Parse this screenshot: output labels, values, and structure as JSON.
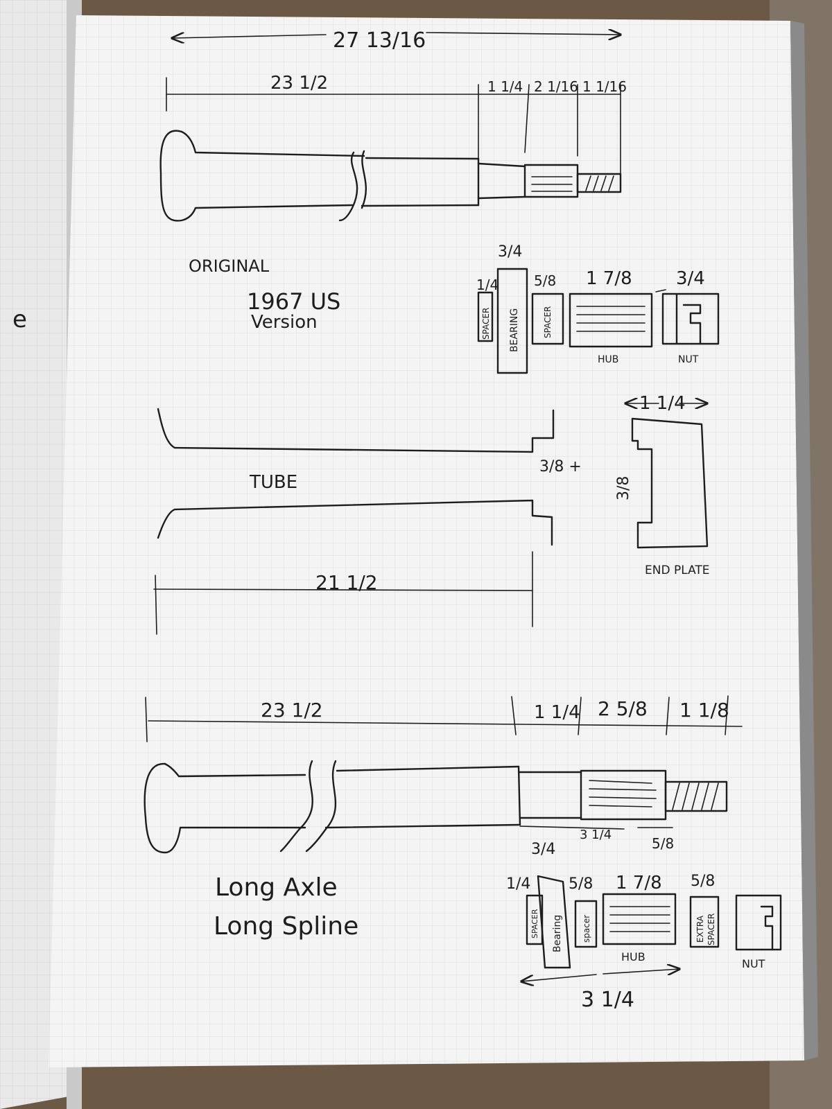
{
  "top_assembly": {
    "overall_length": "27 13/16",
    "dim_shaft": "23 1/2",
    "dim_a": "1 1/4",
    "dim_b": "2 1/16",
    "dim_c": "1 1/16"
  },
  "original_label": {
    "line1": "ORIGINAL",
    "line2": "1967 US",
    "line3": "Version"
  },
  "original_stack": {
    "spacer1_dim": "1/4",
    "spacer1_label": "SPACER",
    "bearing_dim": "3/4",
    "bearing_label": "BEARING",
    "spacer2_dim": "5/8",
    "spacer2_label": "SPACER",
    "hub_dim": "1 7/8",
    "hub_label": "HUB",
    "nut_dim": "3/4",
    "nut_label": "NUT"
  },
  "tube": {
    "label": "TUBE",
    "step_dim": "3/8 +",
    "length": "21 1/2"
  },
  "end_plate": {
    "label": "END PLATE",
    "width": "1 1/4",
    "depth": "3/8"
  },
  "long_assembly": {
    "dim_shaft": "23 1/2",
    "dim_a": "1 1/4",
    "dim_b": "2 5/8",
    "dim_c": "1 1/8",
    "under_a": "3/4",
    "under_b": "3 1/4",
    "under_c": "5/8"
  },
  "long_label": {
    "line1": "Long Axle",
    "line2": "Long Spline"
  },
  "long_stack": {
    "spacer1_dim": "1/4",
    "spacer1_label": "SPACER",
    "bearing_label": "Bearing",
    "spacer2_dim": "5/8",
    "spacer2_label": "spacer",
    "hub_dim": "1 7/8",
    "hub_label": "HUB",
    "extra_dim": "5/8",
    "extra_label_1": "EXTRA",
    "extra_label_2": "SPACER",
    "nut_label": "NUT",
    "total_dim": "3 1/4"
  },
  "margin_mark": "e"
}
